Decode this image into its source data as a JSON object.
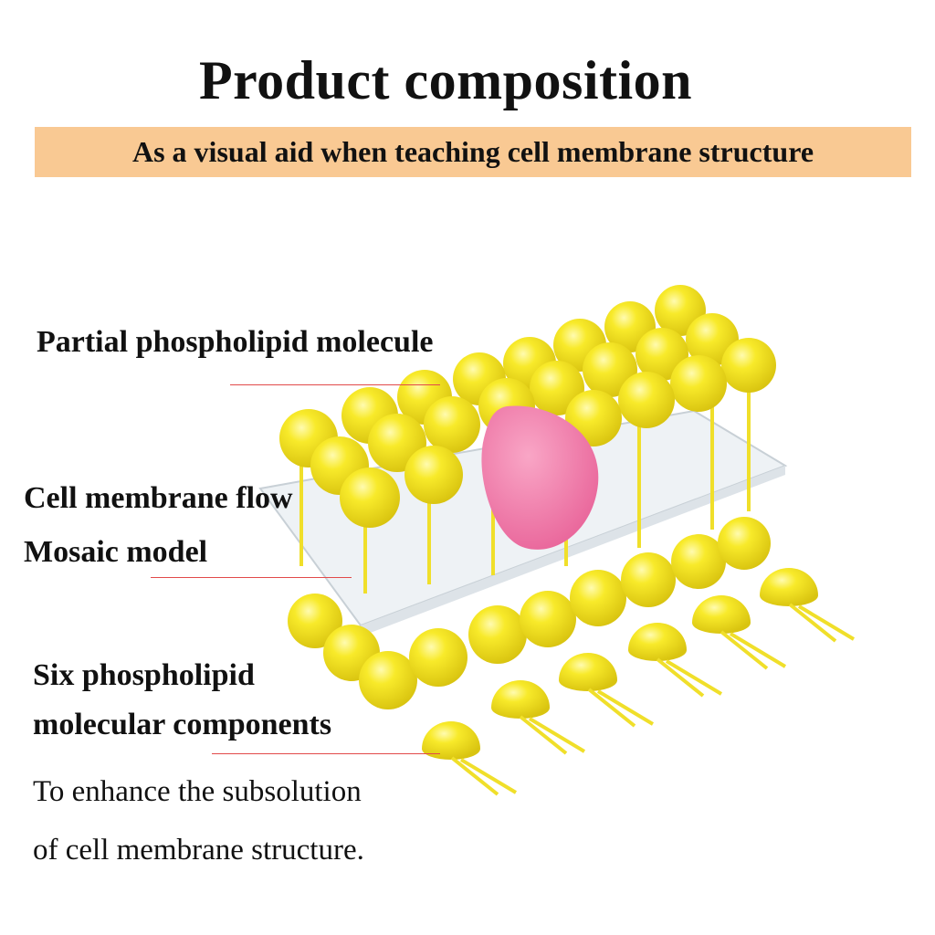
{
  "header": {
    "title": "Product composition",
    "subtitle": "As a visual aid when teaching cell membrane structure"
  },
  "callouts": {
    "partial_phospholipid": "Partial phospholipid molecule",
    "membrane_flow": "Cell membrane flow",
    "mosaic_model": "Mosaic model",
    "six_components_line1": "Six phospholipid",
    "six_components_line2": "molecular components",
    "enhance_line1": "To enhance the subsolution",
    "enhance_line2": "of cell membrane structure."
  },
  "colors": {
    "banner": "#f9c993",
    "leader_line": "#e24a4a",
    "phospholipid_head": "#f2e21c",
    "protein": "#f07aa8"
  }
}
